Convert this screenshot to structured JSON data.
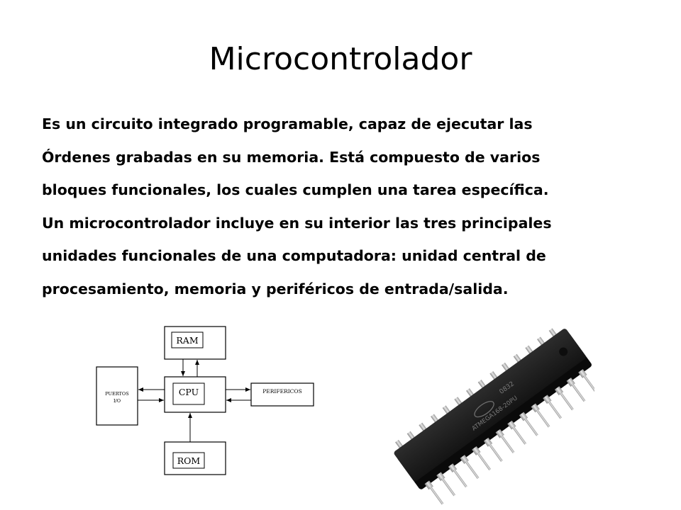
{
  "slide": {
    "title": "Microcontrolador",
    "body_lines": [
      "Es un circuito integrado programable, capaz de ejecutar las",
      "Órdenes grabadas en su memoria. Está compuesto de varios",
      "bloques funcionales, los cuales cumplen una tarea específica.",
      "Un microcontrolador incluye en su  interior las tres principales",
      "unidades funcionales de una computadora: unidad central de",
      "procesamiento, memoria y periféricos de entrada/salida."
    ]
  },
  "diagram": {
    "ram_label": "RAM",
    "cpu_label": "CPU",
    "rom_label": "ROM",
    "periph_label": "PERIFERICOS",
    "ports_line1": "PUERTOS",
    "ports_line2": "I/O"
  },
  "chip_photo": {
    "marking_line1": "0832",
    "marking_line2": "ATMEGA168-20PU"
  }
}
